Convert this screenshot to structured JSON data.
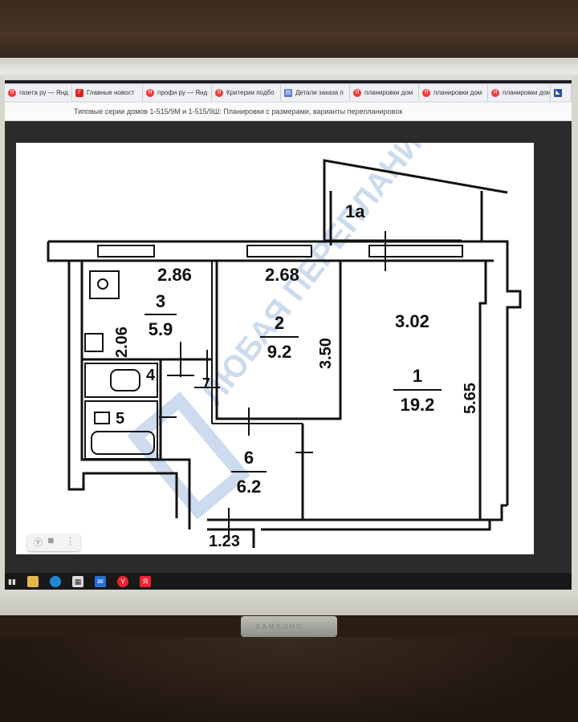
{
  "browser": {
    "tabs": [
      {
        "label": "газета ру — Янд",
        "icon": "yandex-icon"
      },
      {
        "label": "Главные новост",
        "icon": "news-icon"
      },
      {
        "label": "профи ру — Янд",
        "icon": "yandex-icon"
      },
      {
        "label": "Критерии подбо",
        "icon": "yandex-icon"
      },
      {
        "label": "Детали заказа п",
        "icon": "document-icon"
      },
      {
        "label": "планировки дом",
        "icon": "yandex-icon"
      },
      {
        "label": "планировки дом",
        "icon": "yandex-icon"
      },
      {
        "label": "планировки дом",
        "icon": "yandex-icon"
      }
    ],
    "page_title": "Типовые серии домов 1-515/9М и 1-515/9Ш: Планировки с размерами, варианты перепланировок"
  },
  "floor_plan": {
    "rooms": [
      {
        "number": "1a",
        "area": ""
      },
      {
        "number": "1",
        "area": "19.2"
      },
      {
        "number": "2",
        "area": "9.2"
      },
      {
        "number": "3",
        "area": "5.9"
      },
      {
        "number": "4",
        "area": ""
      },
      {
        "number": "5",
        "area": ""
      },
      {
        "number": "6",
        "area": "6.2"
      },
      {
        "number": "7",
        "area": ""
      }
    ],
    "dimensions": {
      "kitchen_width": "2.86",
      "kitchen_depth": "2.06",
      "room2_width": "2.68",
      "room2_depth": "3.50",
      "room1_width": "3.02",
      "room1_depth": "5.65",
      "entrance": "1.23"
    },
    "watermark": "ЛЮБАЯ ПЕРЕПЛАНИРОВОК"
  },
  "monitor": {
    "brand": "SAMSUNG"
  },
  "colors": {
    "wall": "#111111",
    "watermark": "#4a7fc1",
    "screen_bg": "#2b2b2b"
  }
}
